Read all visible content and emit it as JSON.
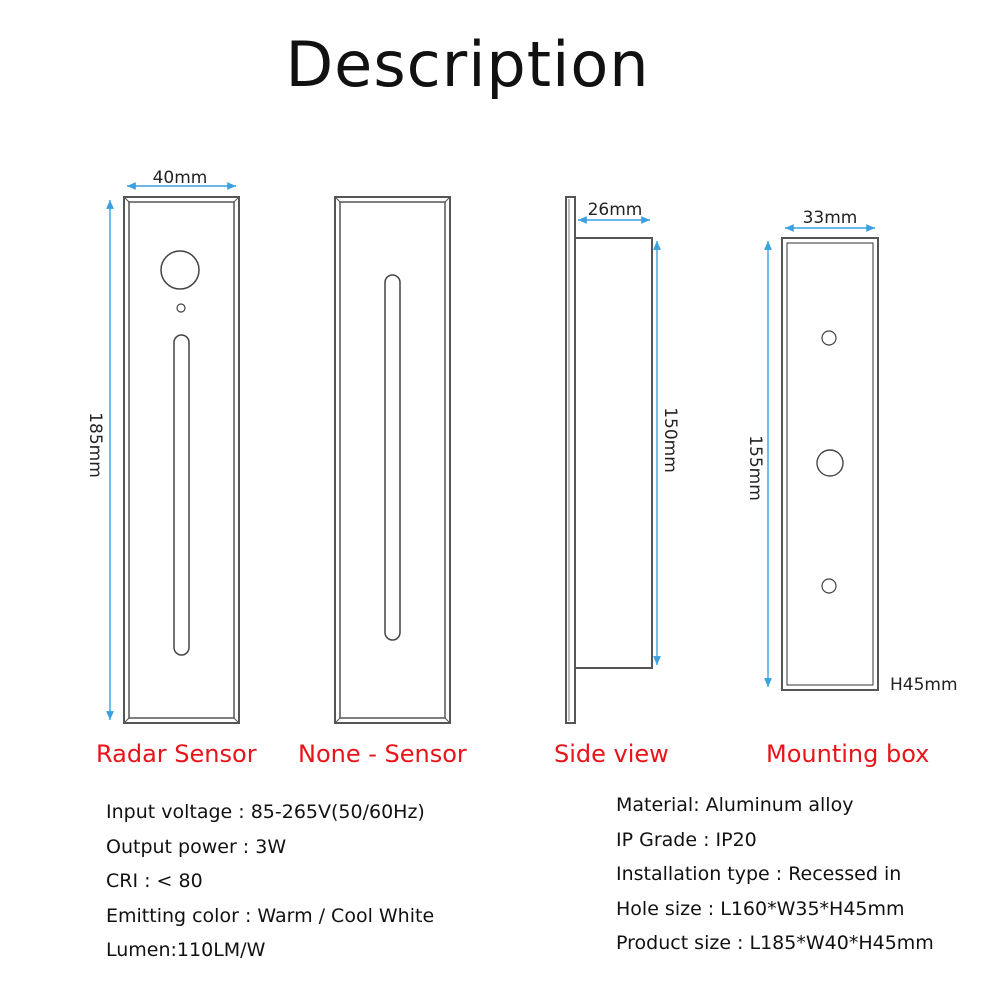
{
  "title": "Description",
  "dimensions": {
    "radar_width": "40mm",
    "radar_height": "185mm",
    "side_depth": "26mm",
    "side_height": "150mm",
    "box_width": "33mm",
    "box_height": "155mm",
    "box_depth": "H45mm"
  },
  "captions": {
    "radar": "Radar Sensor",
    "none": "None - Sensor",
    "side": "Side view",
    "box": "Mounting box"
  },
  "specs_left": [
    "Input voltage : 85-265V(50/60Hz)",
    "Output power : 3W",
    "CRI :  < 80",
    "Emitting color : Warm / Cool White",
    "Lumen:110LM/W"
  ],
  "specs_right": [
    "Material: Aluminum alloy",
    "IP Grade : IP20",
    "Installation type : Recessed in",
    "Hole size : L160*W35*H45mm",
    "Product size : L185*W40*H45mm"
  ],
  "colors": {
    "caption": "#e8141a",
    "line": "#444444",
    "dimension": "#3aa0e0"
  }
}
